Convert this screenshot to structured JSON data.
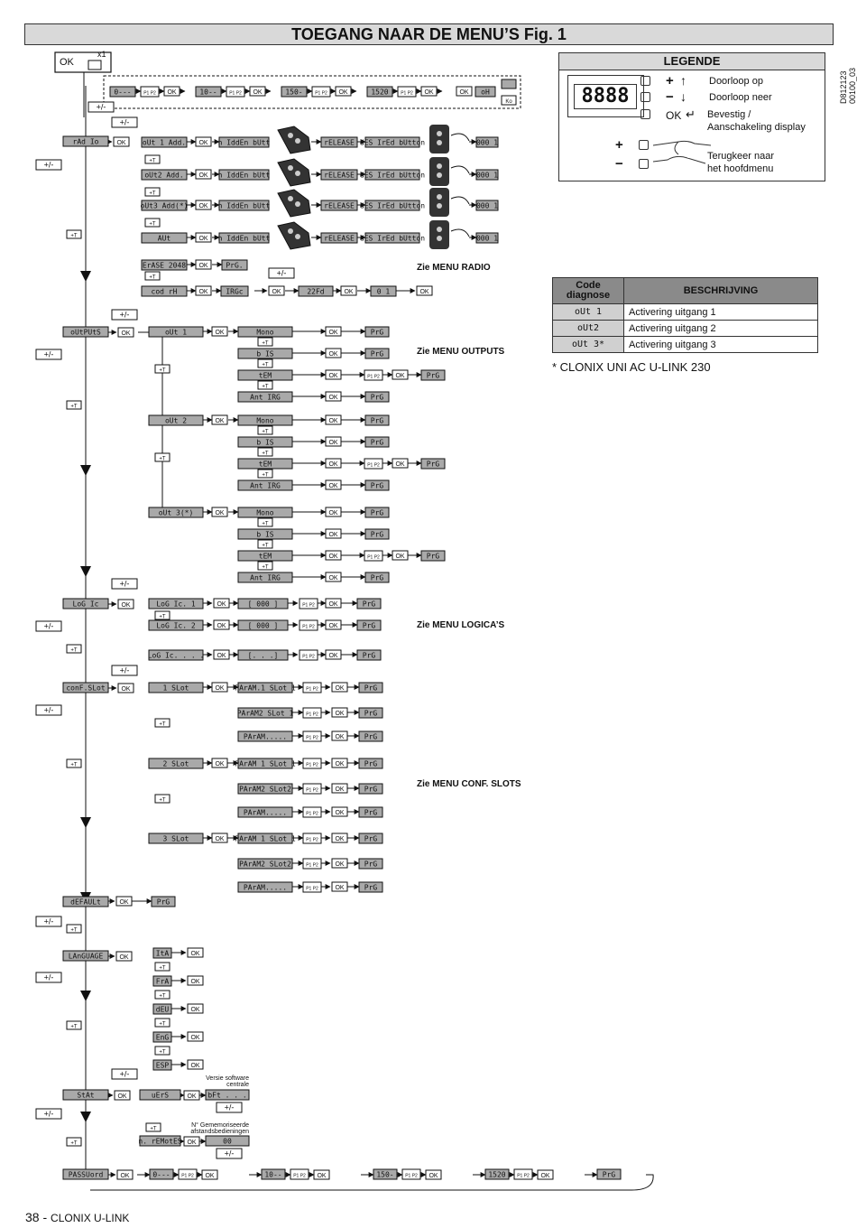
{
  "title": "TOEGANG NAAR DE MENU’S Fig. 1",
  "side_code": "D812123 00100_03",
  "legend": {
    "title": "LEGENDE",
    "display": "8888",
    "items": [
      "Doorloop op",
      "Doorloop neer",
      "Bevestig /",
      "Aanschakeling display",
      "Terugkeer naar",
      "het hoofdmenu"
    ],
    "symbols": [
      "+",
      "−",
      "OK",
      "+",
      "−"
    ]
  },
  "diag_table": {
    "headers": [
      "Code diagnose",
      "BESCHRIJVING"
    ],
    "rows": [
      {
        "code": "oUt 1",
        "desc": "Activering uitgang 1"
      },
      {
        "code": "oUt2",
        "desc": "Activering uitgang 2"
      },
      {
        "code": "oUt 3*",
        "desc": "Activering uitgang 3"
      }
    ]
  },
  "footnote": "* CLONIX UNI AC U-LINK 230",
  "section_labels": [
    "Zie MENU RADIO",
    "Zie MENU OUTPUTS",
    "Zie MENU LOGICA’S",
    "Zie MENU CONF. SLOTS"
  ],
  "menus": [
    "rAd Io",
    "oUtPUtS",
    "LoG Ic",
    "conF.SLot",
    "dEFAULt",
    "LAnGUAGE",
    "StAt",
    "PASSUord"
  ],
  "start": {
    "ok": "OK",
    "x1": "x1",
    "codes": [
      "0---",
      "10--",
      "150-",
      "1520",
      "oH"
    ],
    "ko": "Ko"
  },
  "radio": {
    "items": [
      "oUt 1 Add.",
      "oUt2 Add.",
      "oUt3 Add(*)",
      "AUt"
    ],
    "hidden": "h IddEn bUtt",
    "release": "rELEASE",
    "desired": "dES IrEd bUtton",
    "code": "000 1",
    "erase": "ErASE 2048",
    "prg": "PrG.",
    "cod_rh": "cod rH",
    "seq": [
      "IRGc",
      "22Fd",
      "0 1"
    ]
  },
  "outputs": {
    "groups": [
      "oUt 1",
      "oUt 2",
      "oUt 3(*)"
    ],
    "modes": [
      "Mono",
      "b IS",
      "tEM",
      "Ant IRG"
    ]
  },
  "logic": {
    "items": [
      "LoG Ic. 1",
      "LoG Ic. 2",
      "LoG Ic. . . ."
    ],
    "vals": [
      "[ 000 ]",
      "[ 000 ]",
      "[. . .]"
    ]
  },
  "slots": {
    "items": [
      "1 SLot",
      "2 SLot",
      "3 SLot"
    ],
    "params": [
      [
        "PArAM.1 SLot 1",
        "PArAM2 SLot 1",
        "PArAM....."
      ],
      [
        "PArAM 1 SLot 1",
        "PArAM2 SLot2",
        "PArAM....."
      ],
      [
        "PArAM 1 SLot 1",
        "PArAM2 SLot2",
        "PArAM....."
      ]
    ]
  },
  "languages": [
    "ItA",
    "FrA",
    "dEU",
    "EnG",
    "ESP"
  ],
  "stat": {
    "vers": "uErS",
    "bft": "bFt . . .",
    "ver_note": [
      "Versie software",
      "centrale"
    ],
    "remotes": "n. rEMotES",
    "remotes_note": [
      "N° Gememoriseerde",
      "afstandsbedieningen"
    ],
    "remotes_val": "00"
  },
  "password": {
    "codes": [
      "0---",
      "10--",
      "150-",
      "1520"
    ]
  },
  "common": {
    "ok": "OK",
    "prg": "PrG",
    "plusminus": "+/-",
    "updown": "-↓ +↑",
    "p1p2": "P1 ↑ + P2 ↓ -"
  },
  "footer": {
    "page": "38",
    "sep": "-",
    "product": "CLONIX U-LINK"
  }
}
